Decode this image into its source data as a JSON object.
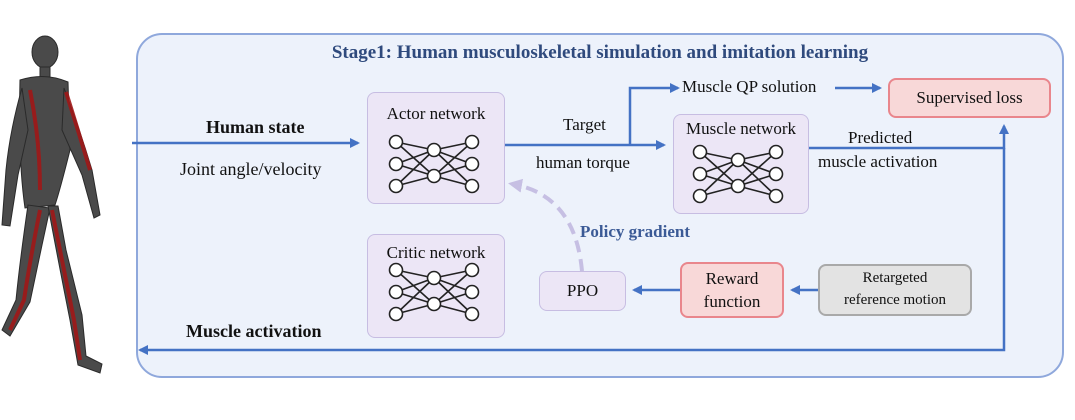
{
  "title": "Stage1: Human musculoskeletal simulation and imitation learning",
  "inputs": {
    "human_state": "Human state",
    "joint_angle": "Joint angle/velocity",
    "muscle_activation": "Muscle activation"
  },
  "nodes": {
    "actor": "Actor network",
    "muscle": "Muscle network",
    "critic": "Critic network",
    "ppo": "PPO",
    "reward_line1": "Reward",
    "reward_line2": "function",
    "retargeted_line1": "Retargeted",
    "retargeted_line2": "reference motion",
    "qp": "Muscle QP solution",
    "supervised": "Supervised loss"
  },
  "edges": {
    "target": "Target",
    "human_torque": "human torque",
    "predicted": "Predicted",
    "predicted_muscle": "muscle activation",
    "policy_gradient": "Policy gradient"
  },
  "colors": {
    "arrow": "#4472c4",
    "dashed": "#c6bfe3",
    "stage_border": "#8fa8dc",
    "stage_fill": "#edf2fb",
    "title": "#2f4a7d"
  },
  "icons": {
    "figure": "walking-musculoskeletal-figure-icon",
    "network": "neural-network-icon"
  }
}
